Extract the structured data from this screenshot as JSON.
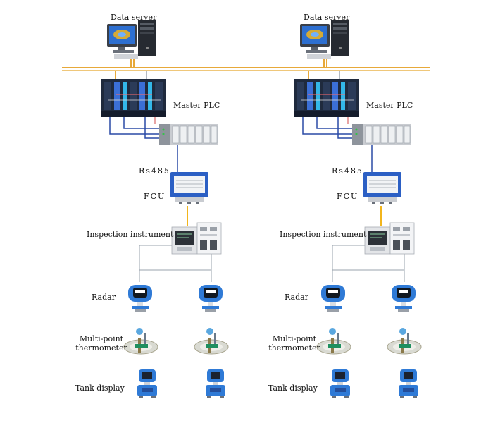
{
  "labels": {
    "data_server": "Data server",
    "master_plc": "Master PLC",
    "rs485": "Rs485",
    "fcu": "FCU",
    "inspection_instrument": "Inspection instrument",
    "radar": "Radar",
    "multipoint_thermometer_line1": "Multi-point",
    "multipoint_thermometer_line2": "thermometer",
    "tank_display": "Tank display"
  },
  "colors": {
    "bus_orange": "#e7a93a",
    "bus_cream": "#f7e6c0",
    "link_blue": "#2a4aa6",
    "link_yellow": "#f2b51c",
    "link_gray": "#9aa3ad",
    "device_blue": "#2f7ad6",
    "plc_dark": "#1f2a3d"
  },
  "icons": [
    "server-computer-icon",
    "plc-rack-icon",
    "io-module-icon",
    "fcu-box-icon",
    "inspection-instrument-icon",
    "radar-gauge-icon",
    "thermometer-icon",
    "tank-display-icon"
  ]
}
